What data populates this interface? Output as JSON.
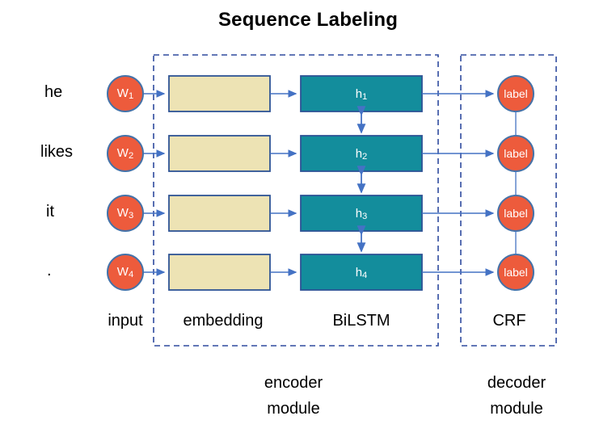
{
  "title": "Sequence Labeling",
  "colors": {
    "token_fill": "#ED5B3C",
    "token_stroke": "#4472A8",
    "embedding_fill": "#EDE3B4",
    "embedding_stroke": "#2E5395",
    "hidden_fill": "#138D9C",
    "hidden_stroke": "#2E5395",
    "arrow": "#4472C4",
    "dashed_border": "#2E4A9E",
    "text": "#000000"
  },
  "inputs": {
    "words": [
      "he",
      "likes",
      "it",
      "."
    ],
    "tokens": [
      {
        "prefix": "W",
        "index": "1"
      },
      {
        "prefix": "W",
        "index": "2"
      },
      {
        "prefix": "W",
        "index": "3"
      },
      {
        "prefix": "W",
        "index": "4"
      }
    ]
  },
  "embedding": {
    "boxes": [
      "",
      "",
      "",
      ""
    ]
  },
  "bilstm": {
    "hidden": [
      {
        "prefix": "h",
        "index": "1"
      },
      {
        "prefix": "h",
        "index": "2"
      },
      {
        "prefix": "h",
        "index": "3"
      },
      {
        "prefix": "h",
        "index": "4"
      }
    ]
  },
  "crf": {
    "labels": [
      "label",
      "label",
      "label",
      "label"
    ]
  },
  "stage_captions": {
    "input": "input",
    "embedding": "embedding",
    "bilstm": "BiLSTM",
    "crf": "CRF"
  },
  "module_captions": {
    "encoder_line1": "encoder",
    "encoder_line2": "module",
    "decoder_line1": "decoder",
    "decoder_line2": "module"
  },
  "chart_data": {
    "type": "diagram",
    "title": "Sequence Labeling",
    "layers": [
      "input",
      "embedding",
      "BiLSTM",
      "CRF"
    ],
    "modules": [
      "encoder module",
      "decoder module"
    ],
    "rows": 4,
    "row_tokens": [
      "W1",
      "W2",
      "W3",
      "W4"
    ],
    "row_words": [
      "he",
      "likes",
      "it",
      "."
    ],
    "row_hidden": [
      "h1",
      "h2",
      "h3",
      "h4"
    ],
    "row_labels": [
      "label",
      "label",
      "label",
      "label"
    ],
    "edges": [
      "word -> token",
      "token -> embedding",
      "embedding -> hidden",
      "hidden -> label",
      "hidden_i <-> hidden_i+1 (bidirectional)",
      "label_i -- label_i+1 (CRF transition)"
    ]
  }
}
